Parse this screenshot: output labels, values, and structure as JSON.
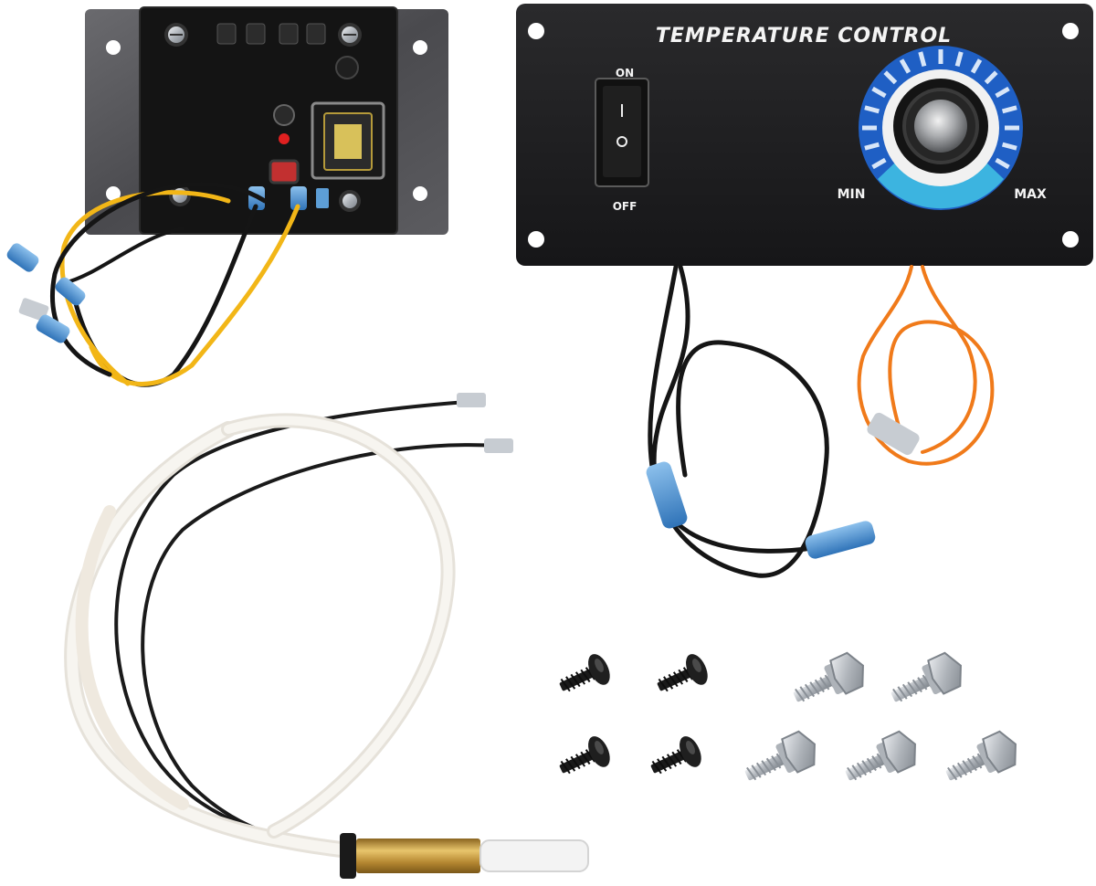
{
  "panel": {
    "title": "TEMPERATURE CONTROL",
    "switch_on": "ON",
    "switch_off": "OFF",
    "dial_min": "MIN",
    "dial_max": "MAX"
  },
  "colors": {
    "panel": "#1c1c1e",
    "bracket": "#555558",
    "board": "#141414",
    "wire_yellow": "#f2b617",
    "wire_black": "#151515",
    "wire_orange": "#f07a1a",
    "connector_blue": "#3f86c8",
    "dial_blue": "#1f5fc4",
    "dial_cyan": "#3cb4e0",
    "sleeve": "#f1efea",
    "probe_brass": "#c79a3e",
    "screw_black": "#1a1a1a",
    "screw_silver": "#bfc3c8"
  }
}
